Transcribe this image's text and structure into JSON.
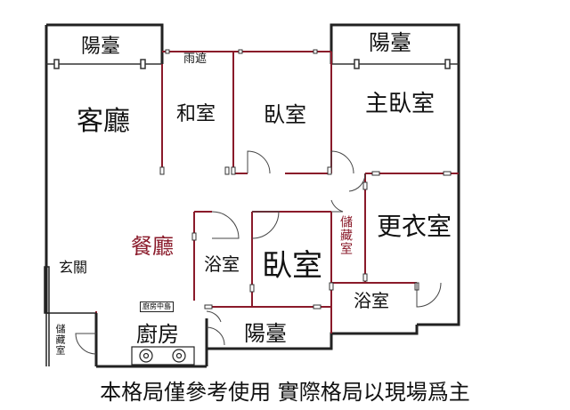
{
  "rooms": {
    "balcony_top_left": "陽臺",
    "balcony_top_right": "陽臺",
    "living_room": "客廳",
    "rain_shelter": "雨遮",
    "japanese_room": "和室",
    "bedroom_top": "臥室",
    "master_bedroom": "主臥室",
    "dining_room": "餐廳",
    "bathroom_center": "浴室",
    "bedroom_center": "臥室",
    "storage_right": "儲藏室",
    "walk_in_closet": "更衣室",
    "entrance": "玄關",
    "bathroom_right": "浴室",
    "kitchen_island": "廚房中島",
    "storage_left": "儲藏室",
    "kitchen": "廚房",
    "balcony_bottom": "陽臺"
  },
  "footer": "本格局僅參考使用 實際格局以現場爲主",
  "colors": {
    "wall": "#222222",
    "wall_accent": "#8a1a2a",
    "room_label_accent": "#8a1a2a"
  }
}
